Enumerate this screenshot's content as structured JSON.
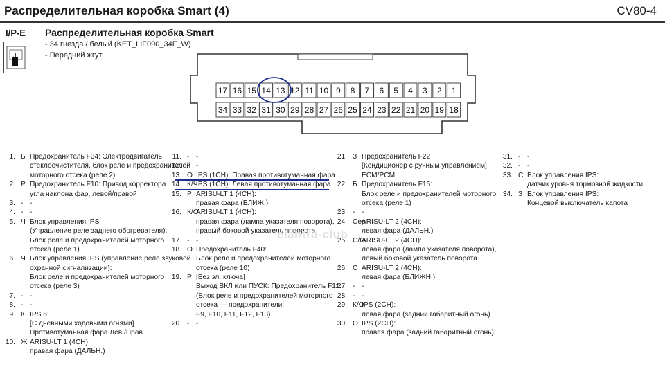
{
  "header": {
    "title": "Распределительная коробка Smart (4)",
    "page_code": "CV80-4"
  },
  "connector": {
    "id": "I/P-E",
    "name": "Распределительная коробка Smart",
    "lines": [
      "- 34 гнезда / белый (KET_LIF090_34F_W)",
      "- Передний жгут"
    ],
    "top_row": [
      "17",
      "16",
      "15",
      "14",
      "13",
      "12",
      "11",
      "10",
      "9",
      "8",
      "7",
      "6",
      "5",
      "4",
      "3",
      "2",
      "1"
    ],
    "bottom_row": [
      "34",
      "33",
      "32",
      "31",
      "30",
      "29",
      "28",
      "27",
      "26",
      "25",
      "24",
      "23",
      "22",
      "21",
      "20",
      "19",
      "18"
    ],
    "circled_pins": [
      "14",
      "13"
    ]
  },
  "watermark": "elantra-club",
  "columns": [
    [
      {
        "num": "1.",
        "color": "Б",
        "desc": [
          "Предохранитель F34: Электродвигатель",
          "стеклоочистителя, блок реле и предохранителей",
          "моторного отсека (реле 2)"
        ]
      },
      {
        "num": "2.",
        "color": "Р",
        "desc": [
          "Предохранитель F10: Привод корректора",
          "угла наклона фар, левой/правой"
        ]
      },
      {
        "num": "3.",
        "color": "-",
        "desc": [
          "-"
        ]
      },
      {
        "num": "4.",
        "color": "-",
        "desc": [
          "-"
        ]
      },
      {
        "num": "5.",
        "color": "Ч",
        "desc": [
          "Блок управления IPS",
          "(Управление реле заднего обогревателя):",
          "Блок реле и предохранителей моторного",
          "отсека (реле 1)"
        ]
      },
      {
        "num": "6.",
        "color": "Ч",
        "desc": [
          "Блок управления IPS (управление реле звуковой",
          "охранной сигнализации):",
          "Блок реле и предохранителей моторного",
          "отсека (реле 3)"
        ]
      },
      {
        "num": "7.",
        "color": "-",
        "desc": [
          "-"
        ]
      },
      {
        "num": "8.",
        "color": "-",
        "desc": [
          "-"
        ]
      },
      {
        "num": "9.",
        "color": "К",
        "desc": [
          "IPS 6:",
          "[С дневными ходовыми огнями]",
          "Противотуманная фара Лев./Прав."
        ]
      },
      {
        "num": "10.",
        "color": "Ж",
        "desc": [
          "ARISU-LT 1 (4CH):",
          "правая фара (ДАЛЬН.)"
        ]
      }
    ],
    [
      {
        "num": "11.",
        "color": "-",
        "desc": [
          "-"
        ]
      },
      {
        "num": "12.",
        "color": "-",
        "desc": [
          "-"
        ]
      },
      {
        "num": "13.",
        "color": "О",
        "desc": [
          "IPS (1CH): Правая противотуманная фара"
        ]
      },
      {
        "num": "14.",
        "color": "К/Ч",
        "desc": [
          "IPS (1CH): Левая противотуманная фара"
        ]
      },
      {
        "num": "15.",
        "color": "Р",
        "desc": [
          "ARISU-LT 1 (4CH):",
          "правая фара (БЛИЖ.)"
        ]
      },
      {
        "num": "16.",
        "color": "К/О",
        "desc": [
          "ARISU-LT 1 (4CH):",
          "правая фара (лампа указателя поворота),",
          "правый боковой указатель поворота"
        ]
      },
      {
        "num": "17.",
        "color": "-",
        "desc": [
          "-"
        ]
      },
      {
        "num": "18.",
        "color": "О",
        "desc": [
          "Предохранитель F40:",
          "Блок реле и предохранителей моторного",
          "отсека (реле 10)"
        ]
      },
      {
        "num": "19.",
        "color": "Р",
        "desc": [
          "[Без эл. ключа]",
          "Выход ВКЛ или ПУСК: Предохранитель F11:",
          "(Блок реле и предохранителей моторного",
          "отсека — предохранители:",
          "F9, F10, F11, F12, F13)"
        ]
      },
      {
        "num": "20.",
        "color": "-",
        "desc": [
          "-"
        ]
      }
    ],
    [
      {
        "num": "21.",
        "color": "З",
        "desc": [
          "Предохранитель F22",
          "[Кондиционер с ручным управлением]",
          "ECM/PCM"
        ]
      },
      {
        "num": "22.",
        "color": "Б",
        "desc": [
          "Предохранитель F15:",
          "Блок реле и предохранителей моторного",
          "отсека (реле 1)"
        ]
      },
      {
        "num": "23.",
        "color": "-",
        "desc": [
          "-"
        ]
      },
      {
        "num": "24.",
        "color": "Сер",
        "desc": [
          "ARISU-LT 2 (4CH):",
          "левая фара (ДАЛЬН.)"
        ]
      },
      {
        "num": "25.",
        "color": "С/О",
        "desc": [
          "ARISU-LT 2 (4CH):",
          "левая фара (лампа указателя поворота),",
          "левый боковой указатель поворота"
        ]
      },
      {
        "num": "26.",
        "color": "С",
        "desc": [
          "ARISU-LT 2 (4CH):",
          "левая фара (БЛИЖН.)"
        ]
      },
      {
        "num": "27.",
        "color": "-",
        "desc": [
          "-"
        ]
      },
      {
        "num": "28.",
        "color": "-",
        "desc": [
          "-"
        ]
      },
      {
        "num": "29.",
        "color": "К/О",
        "desc": [
          "IPS (2CH):",
          "левая фара (задний габаритный огонь)"
        ]
      },
      {
        "num": "30.",
        "color": "О",
        "desc": [
          "IPS (2CH):",
          "правая фара (задний габаритный огонь)"
        ]
      }
    ],
    [
      {
        "num": "31.",
        "color": "-",
        "desc": [
          "-"
        ]
      },
      {
        "num": "32.",
        "color": "-",
        "desc": [
          "-"
        ]
      },
      {
        "num": "33.",
        "color": "С",
        "desc": [
          "Блок управления IPS:",
          "датчик уровня тормозной жидкости"
        ]
      },
      {
        "num": "34.",
        "color": "З",
        "desc": [
          "Блок управления IPS:",
          "Концевой выключатель капота"
        ]
      }
    ]
  ],
  "colors": {
    "highlight": "#1b2f8f",
    "text": "#1a1a1a"
  }
}
